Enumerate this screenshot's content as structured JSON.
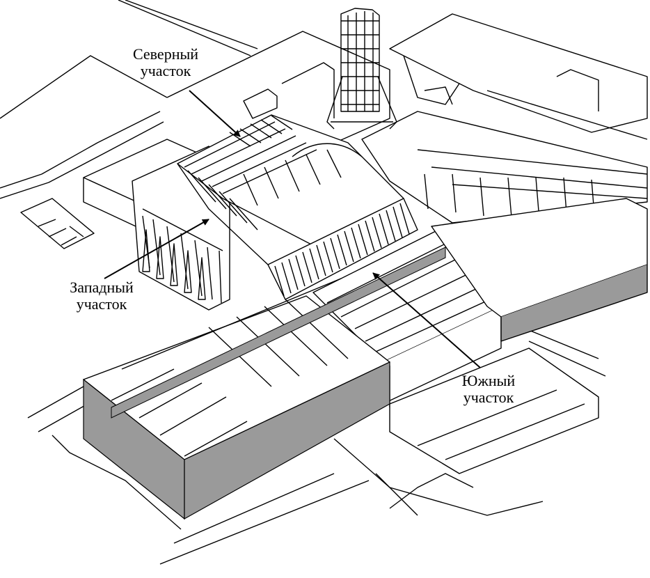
{
  "labels": {
    "north": {
      "line1": "Северный",
      "line2": "участок"
    },
    "west": {
      "line1": "Западный",
      "line2": "участок"
    },
    "south": {
      "line1": "Южный",
      "line2": "участок"
    }
  },
  "colors": {
    "ink": "#000000",
    "roof_fill": "#ffffff",
    "wall_fill": "#9a9a9a",
    "background": "#ffffff"
  }
}
